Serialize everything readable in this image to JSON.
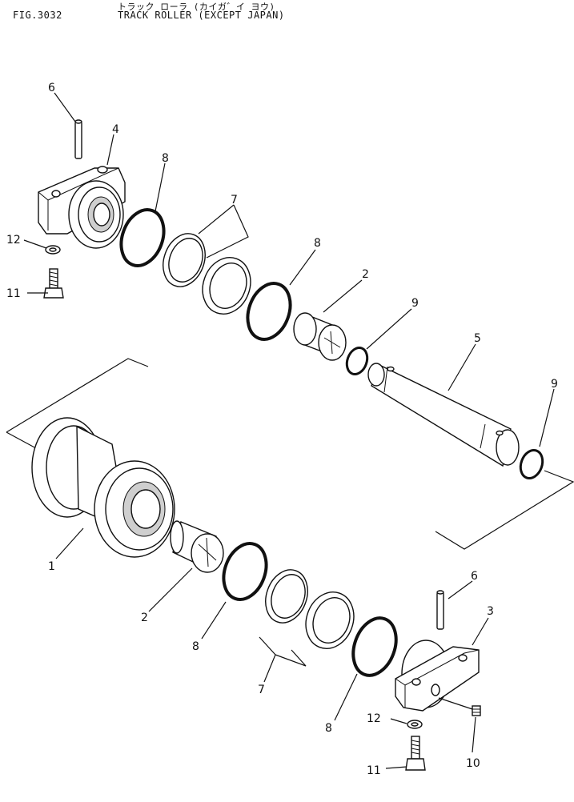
{
  "header": {
    "fig_number": "FIG.3032",
    "japanese_title": "トラック ローラ (カイガ゛イ ヨウ)",
    "title": "TRACK ROLLER (EXCEPT JAPAN)"
  },
  "callouts": {
    "c1": "1",
    "c2a": "2",
    "c2b": "2",
    "c3": "3",
    "c4": "4",
    "c5": "5",
    "c6a": "6",
    "c6b": "6",
    "c7a": "7",
    "c7b": "7",
    "c8a": "8",
    "c8b": "8",
    "c8c": "8",
    "c8d": "8",
    "c9a": "9",
    "c9b": "9",
    "c10": "10",
    "c11a": "11",
    "c11b": "11",
    "c12a": "12",
    "c12b": "12"
  }
}
